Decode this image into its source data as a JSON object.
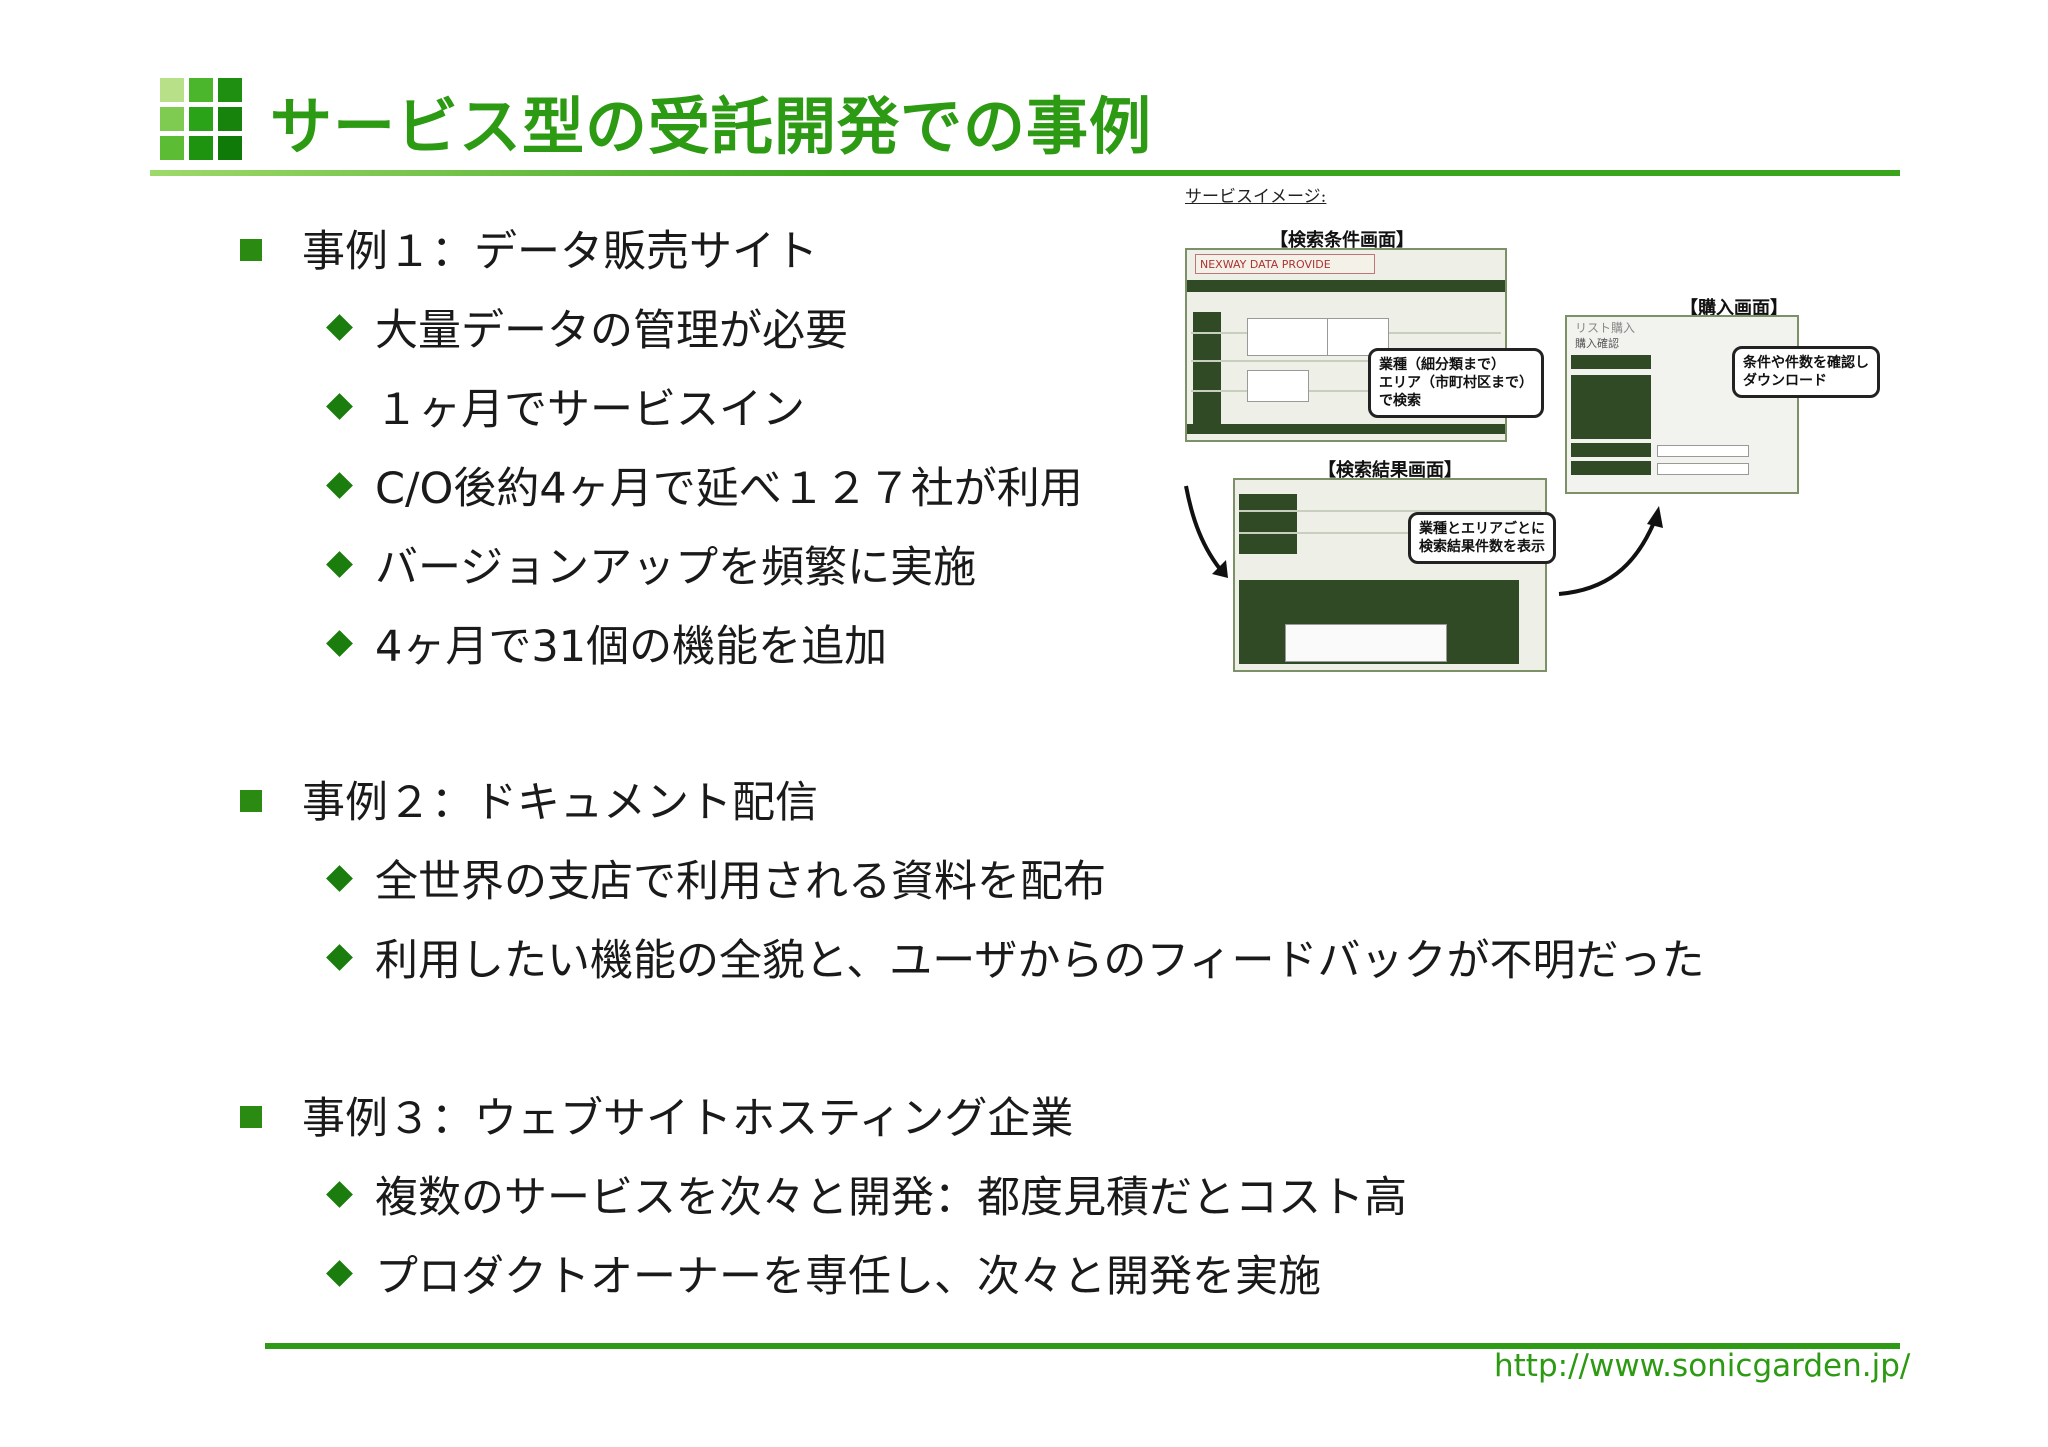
{
  "header": {
    "title": "サービス型の受託開発での事例",
    "logo_colors": [
      "#b7e089",
      "#4bb52c",
      "#1f8f12",
      "#7fcb52",
      "#2ba318",
      "#17830c",
      "#5cbc34",
      "#1e9310",
      "#0f7a08"
    ]
  },
  "sections": [
    {
      "heading": "事例１：データ販売サイト",
      "items": [
        "大量データの管理が必要",
        "１ヶ月でサービスイン",
        "C/O後約4ヶ月で延べ１２７社が利用",
        "バージョンアップを頻繁に実施",
        "4ヶ月で31個の機能を追加"
      ]
    },
    {
      "heading": "事例２：ドキュメント配信",
      "items": [
        "全世界の支店で利用される資料を配布",
        "利用したい機能の全貌と、ユーザからのフィードバックが不明だった"
      ]
    },
    {
      "heading": "事例３：ウェブサイトホスティング企業",
      "items": [
        "複数のサービスを次々と開発：都度見積だとコスト高",
        "プロダクトオーナーを専任し、次々と開発を実施"
      ]
    }
  ],
  "service_image": {
    "caption": "サービスイメージ:",
    "search_label": "【検索条件画面】",
    "purchase_label": "【購入画面】",
    "results_label": "【検索結果画面】",
    "brand": "NEXWAY DATA PROVIDE",
    "callout_search": [
      "業種（細分類まで）",
      "エリア（市町村区まで）",
      "で検索"
    ],
    "callout_purchase": [
      "条件や件数を確認し",
      "ダウンロード"
    ],
    "callout_results": [
      "業種とエリアごとに",
      "検索結果件数を表示"
    ],
    "purchase_title": "リスト購入",
    "purchase_sub": "購入確認"
  },
  "footer": {
    "url": "http://www.sonicgarden.jp/"
  },
  "colors": {
    "accent": "#2c9a12",
    "bullet_dark": "#1a7d0d",
    "panel_dark": "#2f4a24"
  }
}
